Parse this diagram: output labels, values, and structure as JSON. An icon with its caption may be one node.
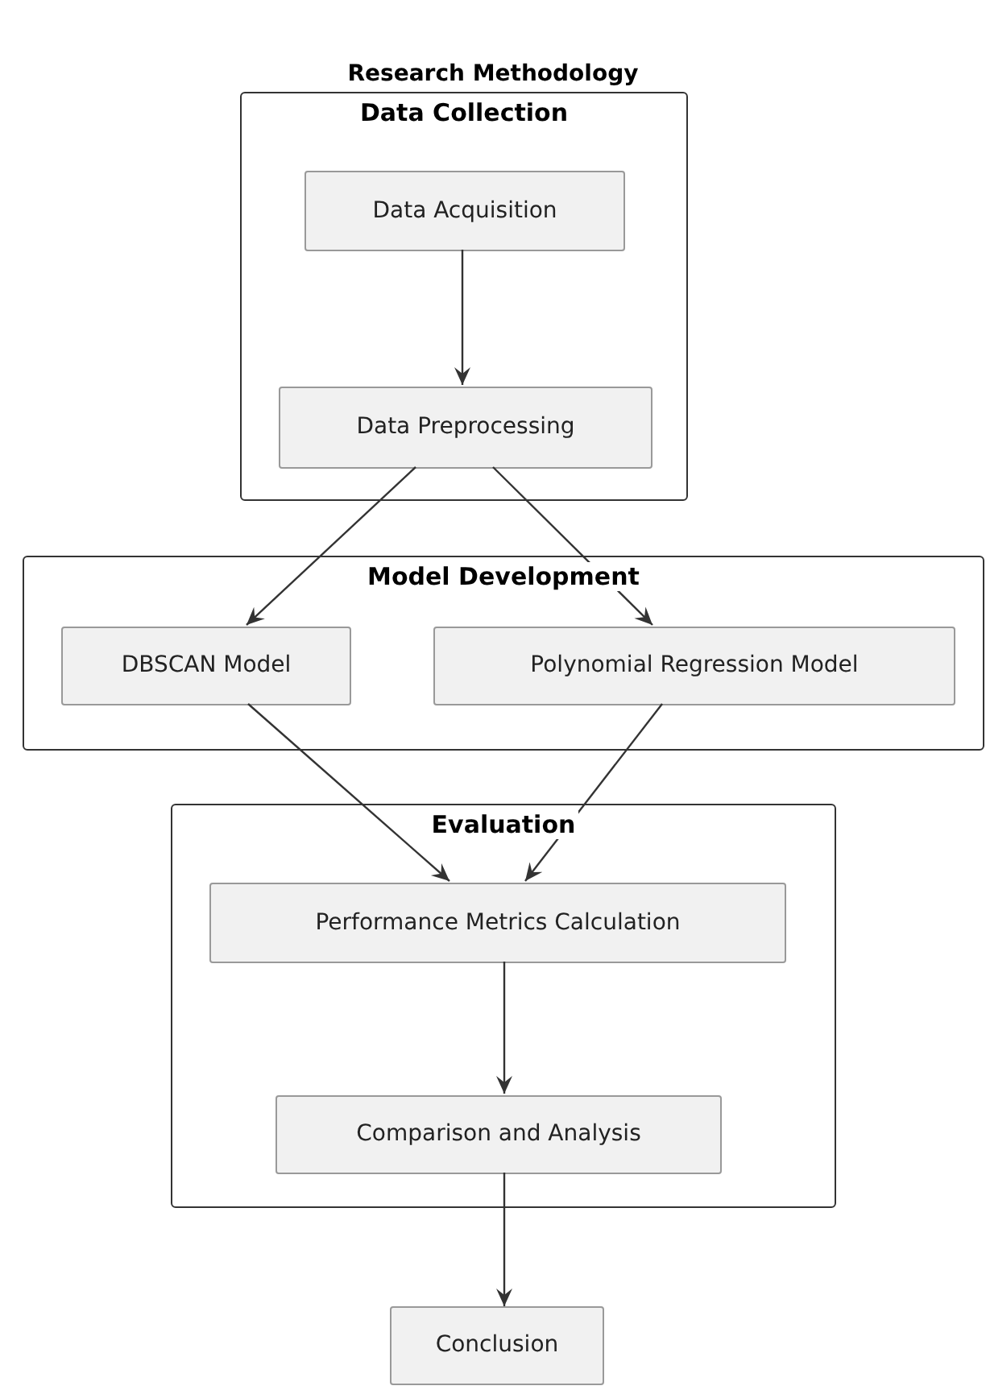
{
  "diagram": {
    "title": "Research Methodology",
    "nodes": [
      {
        "text": [
          "Data Collection"
        ]
      },
      {
        "text": [
          "Data Acquisition"
        ],
        "in": 0
      },
      {
        "text": [
          "Data Preprocessing"
        ],
        "in": 0
      },
      {
        "text": [
          "Model Development"
        ]
      },
      {
        "text": [
          "DBSCAN Model"
        ],
        "in": 3
      },
      {
        "text": [
          "Polynomial Regression Model"
        ],
        "in": 3
      },
      {
        "text": [
          "Evaluation"
        ]
      },
      {
        "text": [
          "Performance Metrics Calculation"
        ],
        "in": 6
      },
      {
        "text": [
          "Comparison and Analysis"
        ],
        "in": 6
      },
      {
        "text": [
          "Conclusion"
        ]
      }
    ],
    "edges": [
      {
        "from": 1,
        "to": 2,
        "arrow": "to"
      },
      {
        "from": 2,
        "to": 4,
        "arrow": "to"
      },
      {
        "from": 2,
        "to": 5,
        "arrow": "to"
      },
      {
        "from": 4,
        "to": 7,
        "arrow": "to"
      },
      {
        "from": 5,
        "to": 7,
        "arrow": "to"
      },
      {
        "from": 7,
        "to": 8,
        "arrow": "to"
      },
      {
        "from": 8,
        "to": 9,
        "arrow": "to"
      }
    ]
  }
}
